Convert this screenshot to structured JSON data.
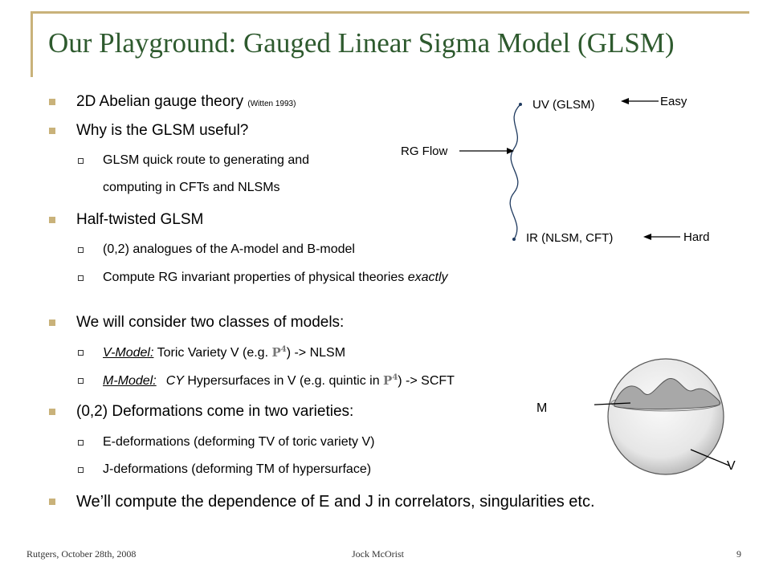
{
  "slide": {
    "title": "Our Playground: Gauged Linear Sigma Model (GLSM)",
    "bullets": {
      "b1_main": "2D Abelian gauge theory ",
      "b1_cite": "(Witten 1993)",
      "b2": "Why is the GLSM useful?",
      "b2_sub1a": "GLSM quick route to generating and",
      "b2_sub1b": "computing in CFTs and NLSMs",
      "b3": "Half-twisted GLSM",
      "b3_sub1": "(0,2) analogues of the A-model and B-model",
      "b3_sub2_main": "Compute RG invariant properties of physical theories ",
      "b3_sub2_em": "exactly",
      "b4": "We will consider two classes of models:",
      "v_model_label": "V-Model:",
      "v_model_text_a": "  Toric Variety V (e.g. ",
      "v_model_text_b": ") -> NLSM",
      "m_model_label": "M-Model:",
      "m_model_cy": "CY",
      "m_model_text_a": " Hypersurfaces in V (e.g. quintic in ",
      "m_model_text_b": ") -> SCFT",
      "projective_space": "P",
      "projective_exp": "4",
      "b5": "(0,2) Deformations come in two varieties:",
      "b5_sub1": "E-deformations (deforming TV of toric variety V)",
      "b5_sub2": "J-deformations (deforming TM of hypersurface)",
      "b6": "We’ll compute the dependence of E and J in correlators, singularities etc."
    },
    "rg_diagram": {
      "uv": "UV (GLSM)",
      "ir": "IR (NLSM, CFT)",
      "easy": "Easy",
      "hard": "Hard",
      "flow": "RG Flow"
    },
    "sphere": {
      "m_label": "M",
      "v_label": "V"
    },
    "footer": {
      "left": "Rutgers, October 28th, 2008",
      "center": "Jock McOrist",
      "page": "9"
    },
    "colors": {
      "accent": "#c9b27a",
      "title": "#2e5a2e",
      "diagram_line": "#1f3a5f"
    }
  }
}
